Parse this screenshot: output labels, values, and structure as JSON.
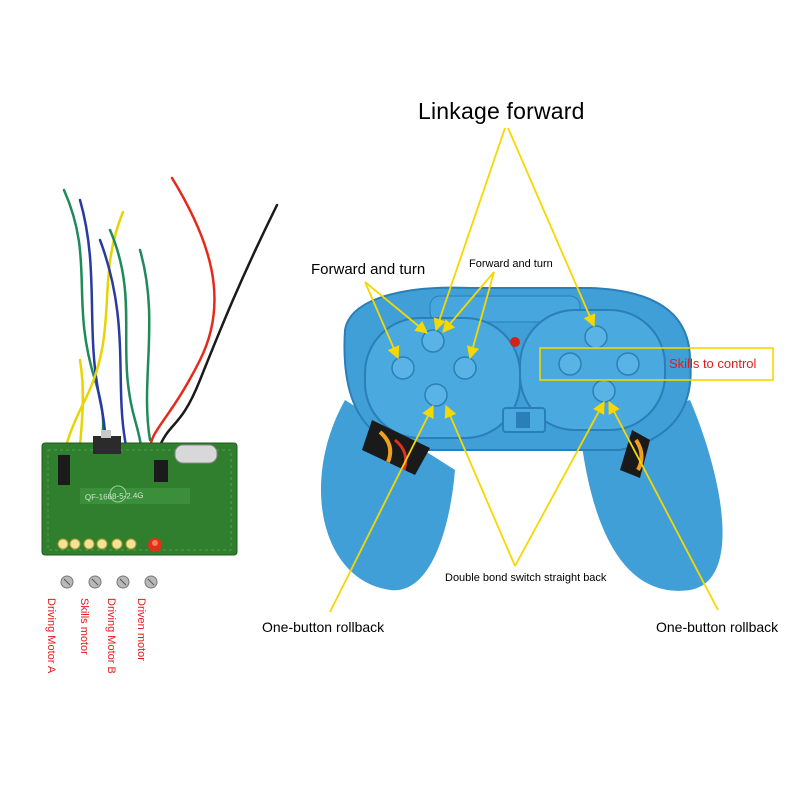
{
  "labels": {
    "title": "Linkage forward",
    "forward_turn_left": "Forward and turn",
    "forward_turn_right": "Forward and turn",
    "skills_control": "Skills to control",
    "double_bond": "Double bond switch straight back",
    "rollback_left": "One-button rollback",
    "rollback_right": "One-button rollback"
  },
  "pcb": {
    "chip_marking": "QF-1668-5-2.4G",
    "wire_labels": [
      "Driving Motor A",
      "Skills motor",
      "Driving Motor B",
      "Driven motor"
    ]
  },
  "colors": {
    "controller_body": "#3f9fd6",
    "controller_dark": "#2a7fb6",
    "pcb_green": "#2f7f2f",
    "label_red": "#e31b1b",
    "arrow_yellow": "#f5d800",
    "skills_box": "#f5d800"
  }
}
